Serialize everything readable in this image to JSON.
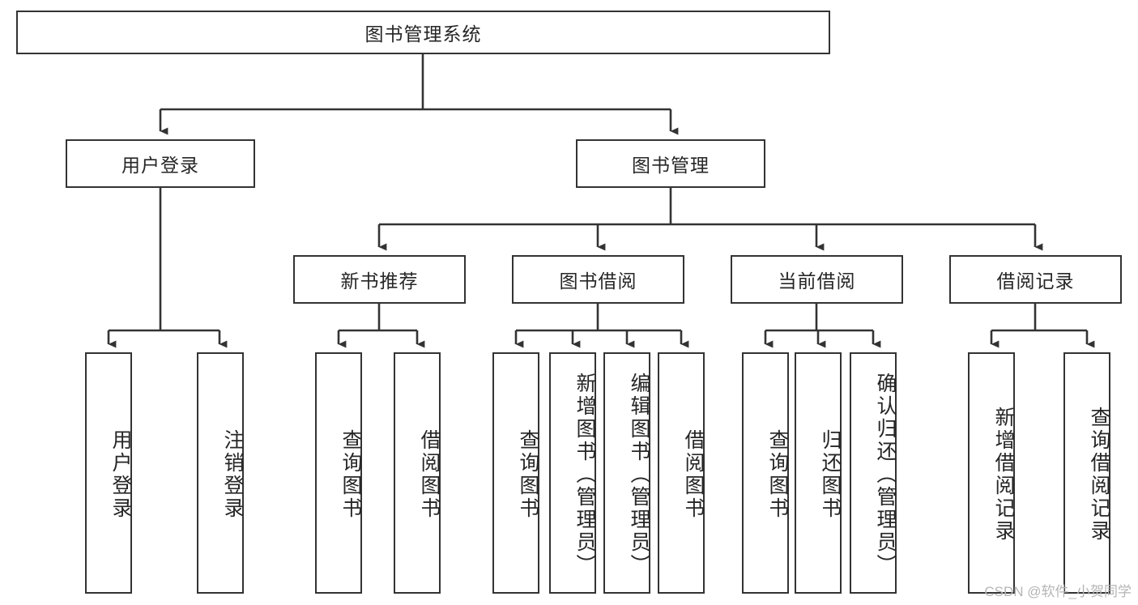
{
  "diagram": {
    "title": "图书管理系统",
    "type": "tree-hierarchy-diagram",
    "watermark": "CSDN @软件_小贺同学",
    "colors": {
      "background": "#ffffff",
      "box_border": "#333333",
      "box_fill": "#ffffff",
      "text": "#262626",
      "connector": "#333333",
      "watermark": "#b5b5b5"
    },
    "root": {
      "label": "图书管理系统"
    },
    "level2": [
      {
        "label": "用户登录"
      },
      {
        "label": "图书管理"
      }
    ],
    "level3": [
      {
        "label": "新书推荐"
      },
      {
        "label": "图书借阅"
      },
      {
        "label": "当前借阅"
      },
      {
        "label": "借阅记录"
      }
    ],
    "leaves": {
      "user_login": [
        {
          "label": "用户登录"
        },
        {
          "label": "注销登录"
        }
      ],
      "new_book": [
        {
          "label": "查询图书"
        },
        {
          "label": "借阅图书"
        }
      ],
      "book_borrow": [
        {
          "label": "查询图书"
        },
        {
          "label": "新增图书（管理员）"
        },
        {
          "label": "编辑图书（管理员）"
        },
        {
          "label": "借阅图书"
        }
      ],
      "current_borrow": [
        {
          "label": "查询图书"
        },
        {
          "label": "归还图书"
        },
        {
          "label": "确认归还（管理员）"
        }
      ],
      "borrow_record": [
        {
          "label": "新增借阅记录"
        },
        {
          "label": "查询借阅记录"
        }
      ]
    }
  }
}
